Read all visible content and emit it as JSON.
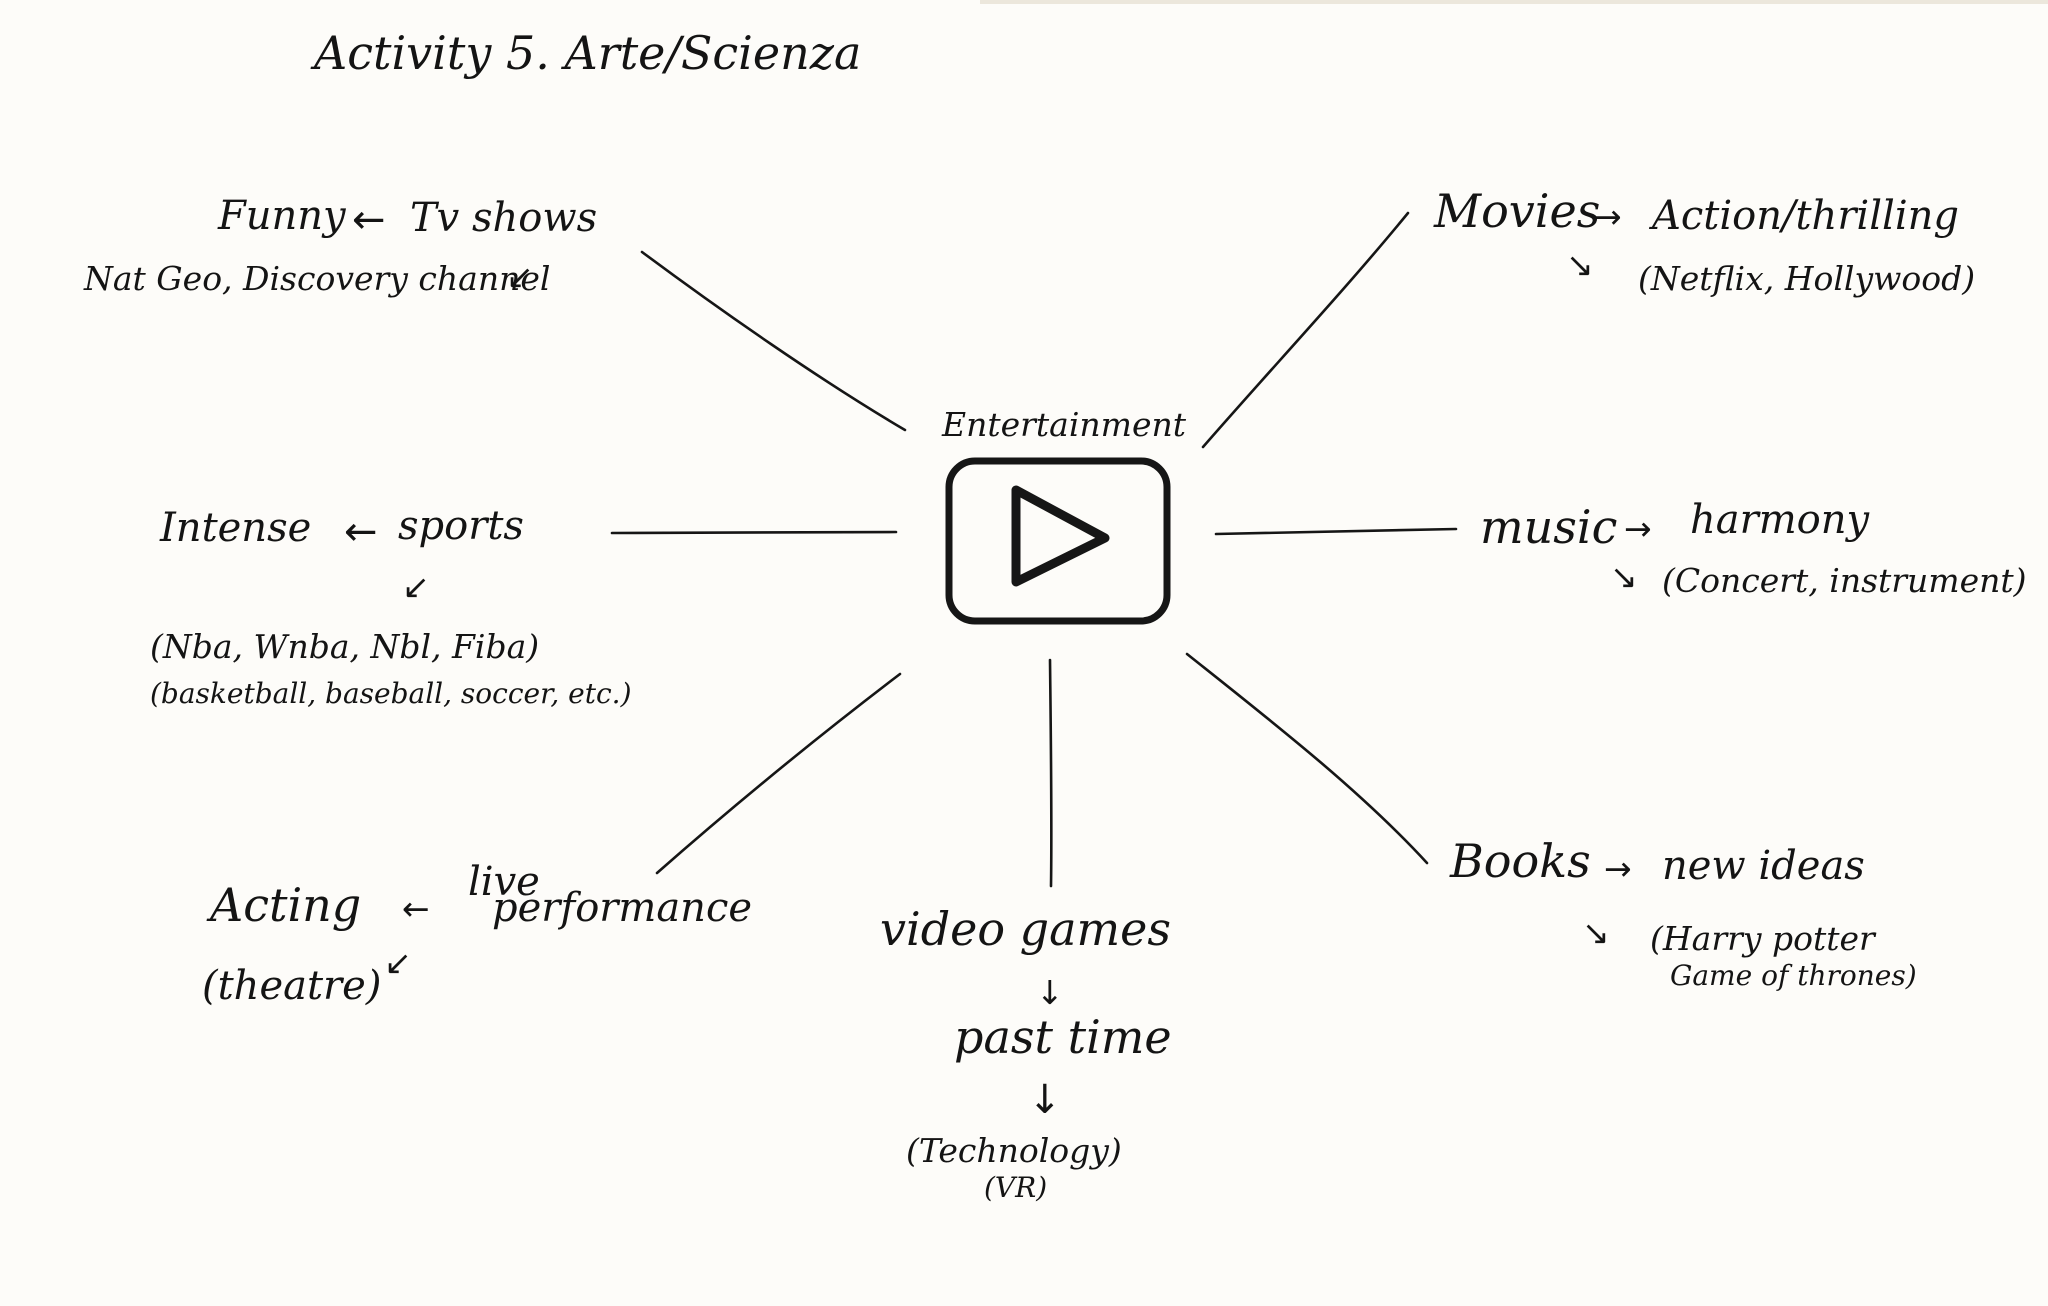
{
  "title": "Activity 5. Arte/Scienza",
  "center": {
    "label": "Entertainment",
    "icon": "play-button-icon"
  },
  "branches": {
    "tv": {
      "left": "Funny",
      "arrow_left": "←",
      "topic": "Tv shows",
      "detail": "Nat Geo, Discovery channel",
      "arrow_detail": "↙"
    },
    "sports": {
      "left": "Intense",
      "arrow_left": "←",
      "topic": "sports",
      "arrow_detail": "↙",
      "detail_1": "(Nba, Wnba, Nbl, Fiba)",
      "detail_2": "(basketball, baseball, soccer, etc.)"
    },
    "acting": {
      "left": "Acting",
      "arrow_left": "←",
      "topic_1": "live",
      "topic_2": "performance",
      "detail": "(theatre)",
      "arrow_detail": "↙"
    },
    "games": {
      "topic": "video games",
      "arrow_1": "↓",
      "detail_1": "past time",
      "arrow_2": "↓",
      "detail_2": "(Technology)",
      "detail_3": "(VR)"
    },
    "books": {
      "topic": "Books",
      "arrow_right": "→",
      "right": "new ideas",
      "arrow_detail": "↘",
      "detail_1": "(Harry potter",
      "detail_2": "Game of thrones)"
    },
    "music": {
      "topic": "music",
      "arrow_right": "→",
      "right": "harmony",
      "arrow_detail": "↘",
      "detail": "(Concert, instrument)"
    },
    "movies": {
      "topic": "Movies",
      "arrow_right": "→",
      "right": "Action/thrilling",
      "arrow_detail": "↘",
      "detail": "(Netflix, Hollywood)"
    }
  }
}
